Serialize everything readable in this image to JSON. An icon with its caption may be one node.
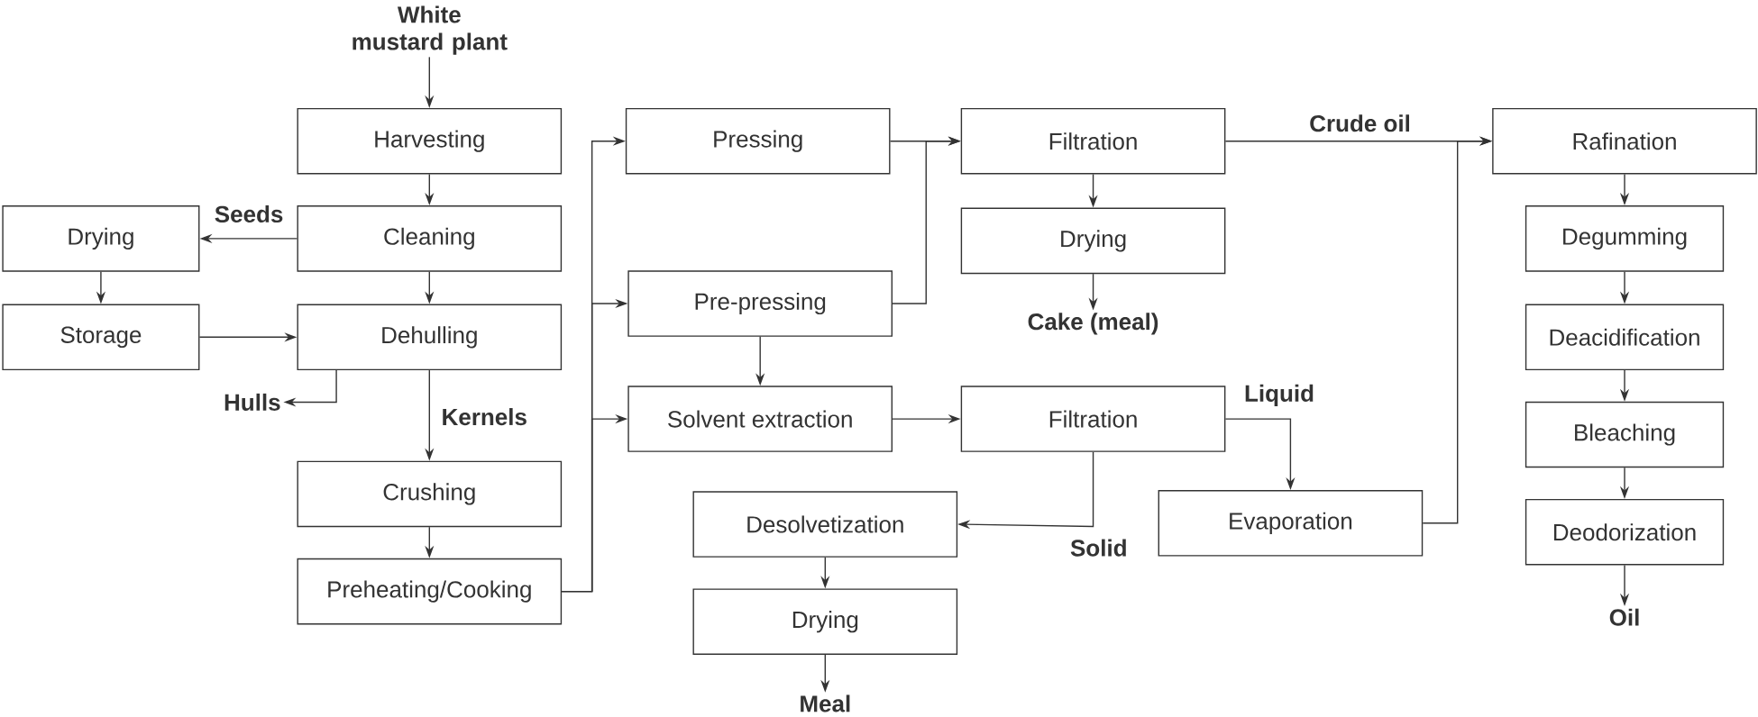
{
  "diagram": {
    "nodes": [
      {
        "text": [
          "White mustard plant"
        ]
      },
      {
        "text": [
          "Harvesting"
        ]
      },
      {
        "text": [
          "Cleaning"
        ]
      },
      {
        "text": [
          "Drying"
        ]
      },
      {
        "text": [
          "Storage"
        ]
      },
      {
        "text": [
          "Dehulling"
        ]
      },
      {
        "text": [
          "Hulls"
        ]
      },
      {
        "text": [
          "Crushing"
        ]
      },
      {
        "text": [
          "Preheating/Cooking"
        ]
      },
      {
        "text": [
          "Pressing"
        ]
      },
      {
        "text": [
          "Pre-pressing"
        ]
      },
      {
        "text": [
          "Solvent extraction"
        ]
      },
      {
        "text": [
          "Filtration"
        ]
      },
      {
        "text": [
          "Drying"
        ]
      },
      {
        "text": [
          "Cake (meal)"
        ]
      },
      {
        "text": [
          "Filtration"
        ]
      },
      {
        "text": [
          "Desolvetization"
        ]
      },
      {
        "text": [
          "Drying"
        ]
      },
      {
        "text": [
          "Meal"
        ]
      },
      {
        "text": [
          "Evaporation"
        ]
      },
      {
        "text": [
          "Rafination"
        ]
      },
      {
        "text": [
          "Degumming"
        ]
      },
      {
        "text": [
          "Deacidification"
        ]
      },
      {
        "text": [
          "Bleaching"
        ]
      },
      {
        "text": [
          "Deodorization"
        ]
      },
      {
        "text": [
          "Oil"
        ]
      }
    ],
    "edges": [
      {
        "from": 0,
        "to": 1,
        "arrow": "to"
      },
      {
        "from": 1,
        "to": 2,
        "arrow": "to"
      },
      {
        "from": 2,
        "to": 3,
        "arrow": "to",
        "label": "Seeds"
      },
      {
        "from": 3,
        "to": 4,
        "arrow": "to"
      },
      {
        "from": 4,
        "to": 5,
        "arrow": "to"
      },
      {
        "from": 2,
        "to": 5,
        "arrow": "to"
      },
      {
        "from": 5,
        "to": 6,
        "arrow": "to"
      },
      {
        "from": 5,
        "to": 7,
        "arrow": "to",
        "label": "Kernels"
      },
      {
        "from": 7,
        "to": 8,
        "arrow": "to"
      },
      {
        "from": 8,
        "to": 9,
        "arrow": "to"
      },
      {
        "from": 8,
        "to": 10,
        "arrow": "to"
      },
      {
        "from": 8,
        "to": 11,
        "arrow": "to"
      },
      {
        "from": 9,
        "to": 12,
        "arrow": "to"
      },
      {
        "from": 10,
        "to": 12,
        "arrow": "to"
      },
      {
        "from": 10,
        "to": 11,
        "arrow": "to"
      },
      {
        "from": 11,
        "to": 15,
        "arrow": "to"
      },
      {
        "from": 12,
        "to": 13,
        "arrow": "to"
      },
      {
        "from": 13,
        "to": 14,
        "arrow": "to"
      },
      {
        "from": 12,
        "to": 20,
        "arrow": "to",
        "label": "Crude oil"
      },
      {
        "from": 15,
        "to": 19,
        "arrow": "to",
        "label": "Liquid"
      },
      {
        "from": 15,
        "to": 16,
        "arrow": "to",
        "label": "Solid"
      },
      {
        "from": 16,
        "to": 17,
        "arrow": "to"
      },
      {
        "from": 17,
        "to": 18,
        "arrow": "to"
      },
      {
        "from": 19,
        "to": 20,
        "arrow": "to"
      },
      {
        "from": 20,
        "to": 21,
        "arrow": "to"
      },
      {
        "from": 21,
        "to": 22,
        "arrow": "to"
      },
      {
        "from": 22,
        "to": 23,
        "arrow": "to"
      },
      {
        "from": 23,
        "to": 24,
        "arrow": "to"
      },
      {
        "from": 24,
        "to": 25,
        "arrow": "to"
      }
    ]
  }
}
